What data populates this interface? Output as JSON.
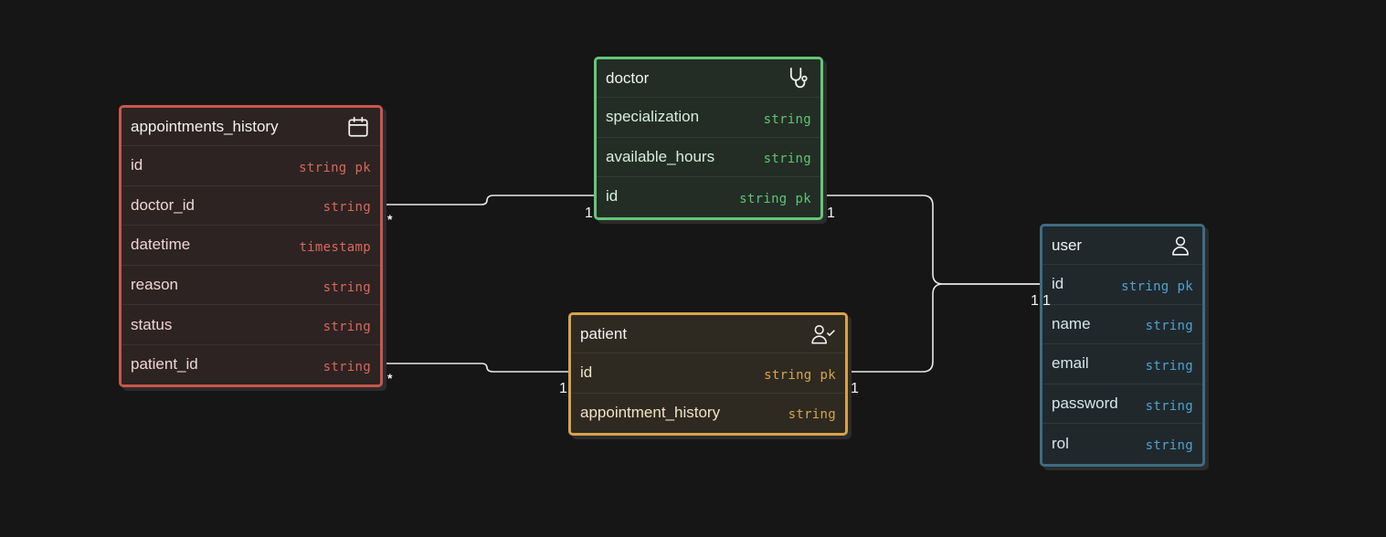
{
  "entities": {
    "appointments_history": {
      "title": "appointments_history",
      "icon": "calendar-icon",
      "color": "#c9564c",
      "fields": [
        {
          "name": "id",
          "type": "string",
          "key": "pk"
        },
        {
          "name": "doctor_id",
          "type": "string",
          "key": ""
        },
        {
          "name": "datetime",
          "type": "timestamp",
          "key": ""
        },
        {
          "name": "reason",
          "type": "string",
          "key": ""
        },
        {
          "name": "status",
          "type": "string",
          "key": ""
        },
        {
          "name": "patient_id",
          "type": "string",
          "key": ""
        }
      ]
    },
    "doctor": {
      "title": "doctor",
      "icon": "stethoscope-icon",
      "color": "#62c778",
      "fields": [
        {
          "name": "specialization",
          "type": "string",
          "key": ""
        },
        {
          "name": "available_hours",
          "type": "string",
          "key": ""
        },
        {
          "name": "id",
          "type": "string",
          "key": "pk"
        }
      ]
    },
    "patient": {
      "title": "patient",
      "icon": "user-check-icon",
      "color": "#d7a24c",
      "fields": [
        {
          "name": "id",
          "type": "string",
          "key": "pk"
        },
        {
          "name": "appointment_history",
          "type": "string",
          "key": ""
        }
      ]
    },
    "user": {
      "title": "user",
      "icon": "user-icon",
      "color": "#3f6b82",
      "fields": [
        {
          "name": "id",
          "type": "string",
          "key": "pk"
        },
        {
          "name": "name",
          "type": "string",
          "key": ""
        },
        {
          "name": "email",
          "type": "string",
          "key": ""
        },
        {
          "name": "password",
          "type": "string",
          "key": ""
        },
        {
          "name": "rol",
          "type": "string",
          "key": ""
        }
      ]
    }
  },
  "relations": [
    {
      "from": "appointments_history.doctor_id",
      "to": "doctor.id",
      "from_card": "*",
      "to_card": "1"
    },
    {
      "from": "appointments_history.patient_id",
      "to": "patient.id",
      "from_card": "*",
      "to_card": "1"
    },
    {
      "from": "doctor.id",
      "to": "user.id",
      "from_card": "1",
      "to_card": "1"
    },
    {
      "from": "patient.id",
      "to": "user.id",
      "from_card": "1",
      "to_card": "1"
    }
  ]
}
